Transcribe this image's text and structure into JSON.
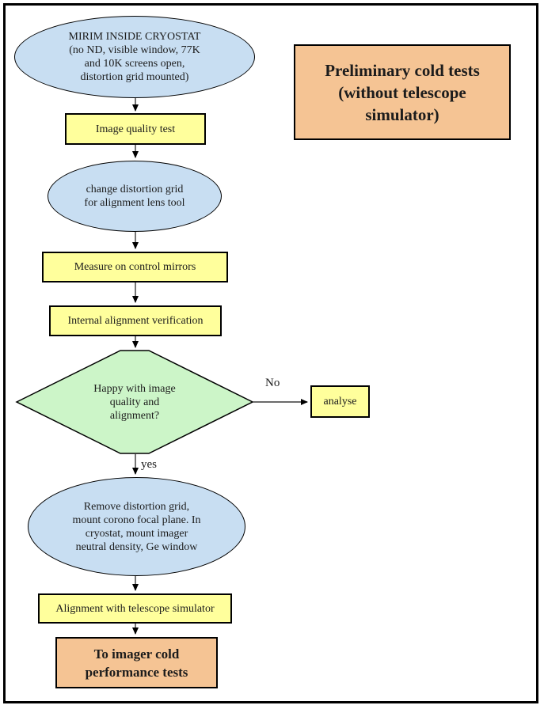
{
  "diagram": {
    "title_box": {
      "label": "Preliminary cold tests\n(without telescope\nsimulator)"
    },
    "nodes": [
      {
        "id": "start",
        "type": "ellipse",
        "label": "MIRIM INSIDE CRYOSTAT\n(no ND, visible window, 77K\nand 10K screens open,\ndistortion grid mounted)"
      },
      {
        "id": "image-quality-test",
        "type": "process",
        "label": "Image quality test"
      },
      {
        "id": "change-distortion-grid",
        "type": "ellipse",
        "label": "change distortion grid\nfor alignment lens tool"
      },
      {
        "id": "measure-control-mirrors",
        "type": "process",
        "label": "Measure on control mirrors"
      },
      {
        "id": "internal-alignment-verification",
        "type": "process",
        "label": "Internal alignment verification"
      },
      {
        "id": "happy-decision",
        "type": "decision",
        "label": "Happy with image\nquality and\nalignment?"
      },
      {
        "id": "analyse",
        "type": "process",
        "label": "analyse"
      },
      {
        "id": "remove-distortion-grid",
        "type": "ellipse",
        "label": "Remove distortion grid,\nmount corono focal plane. In\ncryostat, mount imager\nneutral density, Ge window"
      },
      {
        "id": "alignment-telescope-simulator",
        "type": "process",
        "label": "Alignment with telescope simulator"
      },
      {
        "id": "to-imager-cold-tests",
        "type": "terminal",
        "label": "To imager cold\nperformance tests"
      }
    ],
    "edge_labels": {
      "no": "No",
      "yes": "yes"
    },
    "colors": {
      "ellipse_fill": "#C8DEF2",
      "process_fill": "#FFFF9C",
      "decision_fill": "#CCF5C8",
      "terminal_fill": "#F5C494",
      "stroke": "#000000",
      "connector": "#3a3a3a",
      "background": "#ffffff"
    }
  }
}
